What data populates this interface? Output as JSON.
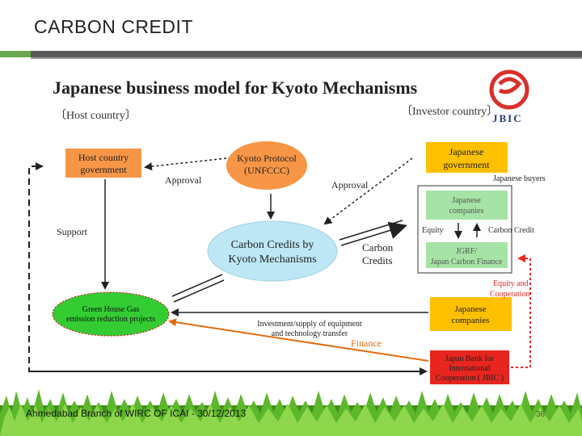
{
  "slide": {
    "title": "CARBON CREDIT",
    "footer": "Ahmedabad Branch of WIRC OF ICAI  -  30/12/2013",
    "page_number": "36"
  },
  "diagram": {
    "heading": "Japanese business model for Kyoto Mechanisms",
    "host_country": "〔Host country〕",
    "investor_country": "〔Investor country〕",
    "logo_text": "JBIC",
    "host_gov": [
      "Host country",
      "government"
    ],
    "kyoto_protocol": [
      "Kyoto Protocol",
      "(UNFCCC)"
    ],
    "japanese_gov": [
      "Japanese",
      "government"
    ],
    "japanese_buyers": "Japanese buyers",
    "japanese_companies_inner": [
      "Japanese",
      "companies"
    ],
    "equity": "Equity",
    "carbon_credit_small": "Carbon Credit",
    "jgrf": [
      "JGRF/",
      "Japan Carbon Finance"
    ],
    "carbon_credits_center": [
      "Carbon Credits by",
      "Kyoto Mechanisms"
    ],
    "carbon_credits_arrow": [
      "Carbon",
      "Credits"
    ],
    "approval_left": "Approval",
    "approval_right": "Approval",
    "support": "Support",
    "ghg": [
      "Green House Gas",
      "emission reduction projects"
    ],
    "equity_cooperation": [
      "Equity and",
      "Cooperation"
    ],
    "japanese_companies_lower": [
      "Japanese",
      "companies"
    ],
    "investment": [
      "Investment/supply of equipment",
      "and technology transfer"
    ],
    "finance": "Finance",
    "jbic": [
      "Japan Bank for",
      "International",
      "Cooperation ( JBIC )"
    ],
    "colors": {
      "orange": "#f79646",
      "yellow": "#ffc000",
      "light_blue": "#bde7f5",
      "green": "#33cc33",
      "light_green": "#a6e3a6",
      "red": "#e8251f",
      "finance_orange": "#e26b10",
      "logo_red": "#d9302c",
      "logo_navy": "#1f3a7a"
    }
  }
}
